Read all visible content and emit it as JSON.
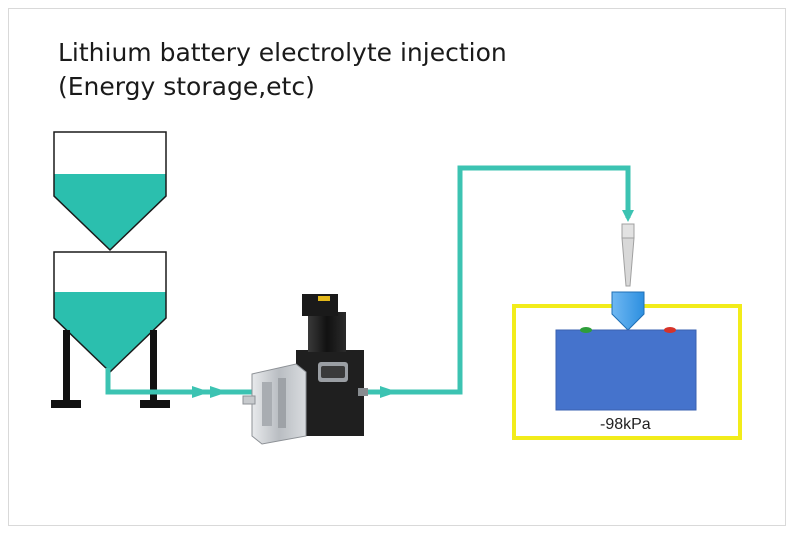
{
  "title": {
    "line1": "Lithium battery electrolyte injection",
    "line2": "(Energy storage,etc)"
  },
  "chamber": {
    "pressure_label": "-98kPa"
  },
  "colors": {
    "liquid": "#2bbfae",
    "pipe": "#3cc3b2",
    "chamber_border": "#f2ec1a",
    "battery": "#4573cc",
    "nozzle": "#2d8fe0",
    "terminal_positive": "#2e9e3a",
    "terminal_negative": "#d6332a",
    "pump_motor": "#1e1e1e",
    "pump_head": "#c9ccd0"
  }
}
